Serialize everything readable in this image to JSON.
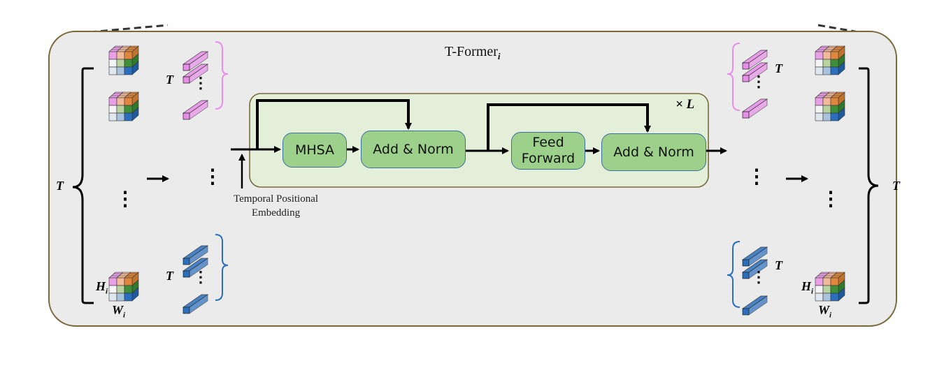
{
  "diagram": {
    "title": "T-Former",
    "title_sub": "i",
    "repeat_mark": "× L",
    "blocks": {
      "mhsa": "MHSA",
      "add_norm_1": "Add & Norm",
      "feed_forward_line1": "Feed",
      "feed_forward_line2": "Forward",
      "add_norm_2": "Add & Norm"
    },
    "embedding_label_line1": "Temporal Positional",
    "embedding_label_line2": "Embedding",
    "dim_t": "T",
    "dim_h": "H",
    "dim_w": "W",
    "dim_sub": "i",
    "ellipsis_h": "⋮",
    "colors": {
      "outer_bg": "#ebebeb",
      "outer_border": "#7a6a3a",
      "inner_bg": "#e3efd8",
      "block_fill": "#9dd08a",
      "block_border": "#3b6f9e",
      "token_pink": "#e88ee8",
      "token_blue": "#2a6fbd",
      "brace_pink": "#e88ee8",
      "brace_blue": "#2a6fbd"
    }
  }
}
